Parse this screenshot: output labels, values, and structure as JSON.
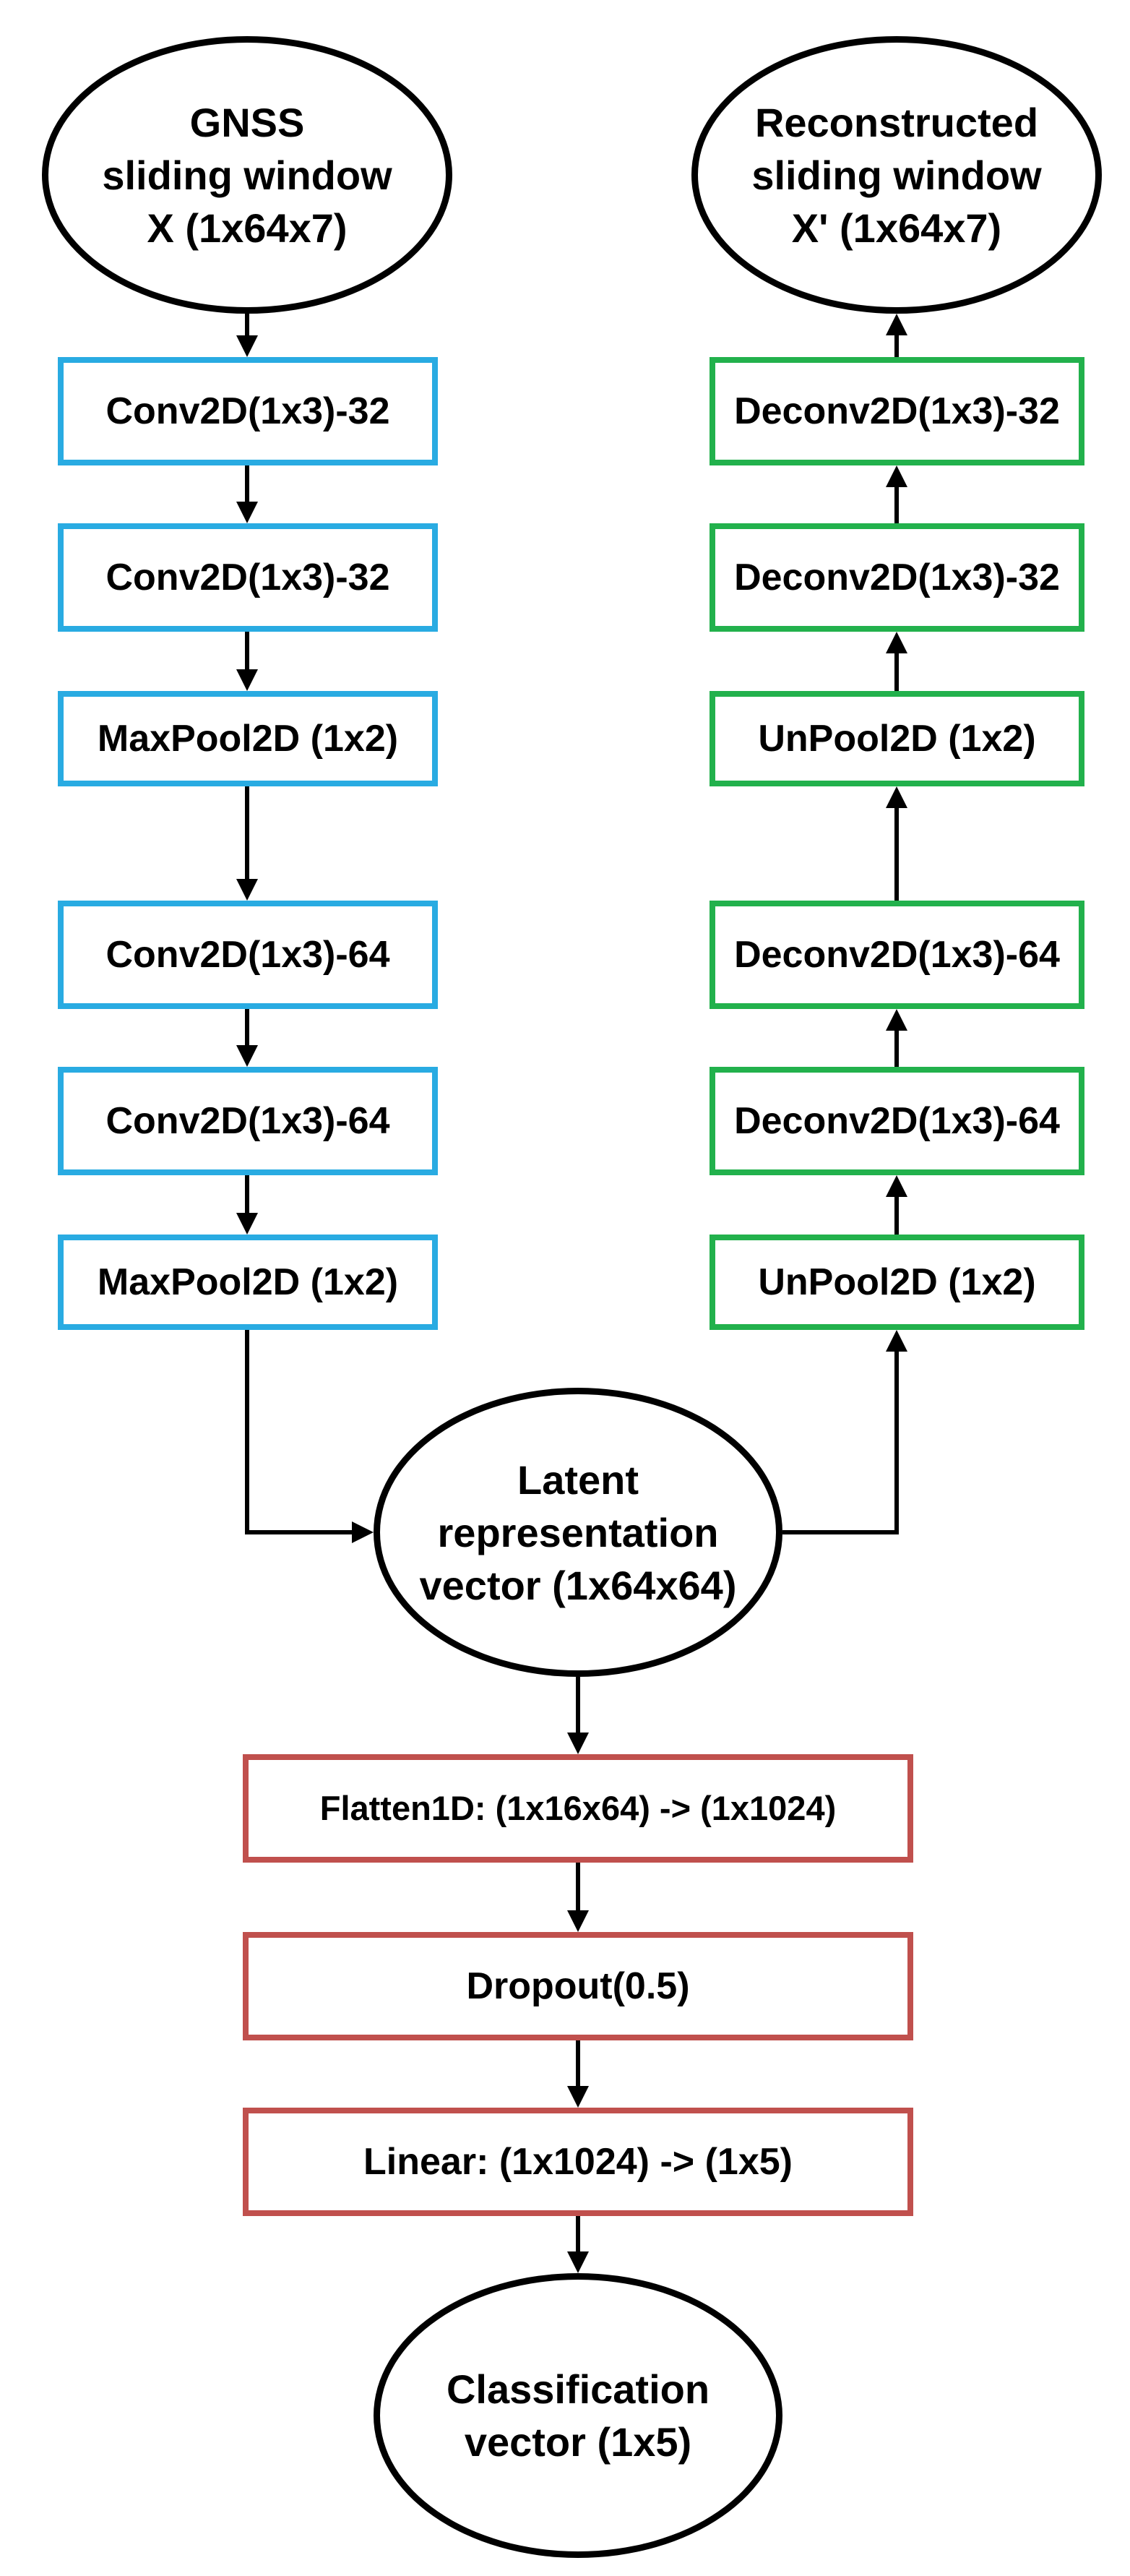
{
  "colors": {
    "encoder_box_border": "#29ABE2",
    "decoder_box_border": "#22B14C",
    "classifier_box_border": "#C0504D",
    "arrow": "#000000"
  },
  "nodes": {
    "gnss_input": {
      "lines": [
        "GNSS",
        "sliding window",
        "X (1x64x7)"
      ]
    },
    "reconstructed": {
      "lines": [
        "Reconstructed",
        "sliding window",
        "X' (1x64x7)"
      ]
    },
    "latent": {
      "lines": [
        "Latent",
        "representation",
        "vector (1x64x64)"
      ]
    },
    "classification": {
      "lines": [
        "Classification",
        "vector (1x5)"
      ]
    }
  },
  "encoder": [
    "Conv2D(1x3)-32",
    "Conv2D(1x3)-32",
    "MaxPool2D (1x2)",
    "Conv2D(1x3)-64",
    "Conv2D(1x3)-64",
    "MaxPool2D (1x2)"
  ],
  "decoder": [
    "Deconv2D(1x3)-32",
    "Deconv2D(1x3)-32",
    "UnPool2D (1x2)",
    "Deconv2D(1x3)-64",
    "Deconv2D(1x3)-64",
    "UnPool2D (1x2)"
  ],
  "classifier": [
    "Flatten1D: (1x16x64) -> (1x1024)",
    "Dropout(0.5)",
    "Linear: (1x1024) -> (1x5)"
  ]
}
